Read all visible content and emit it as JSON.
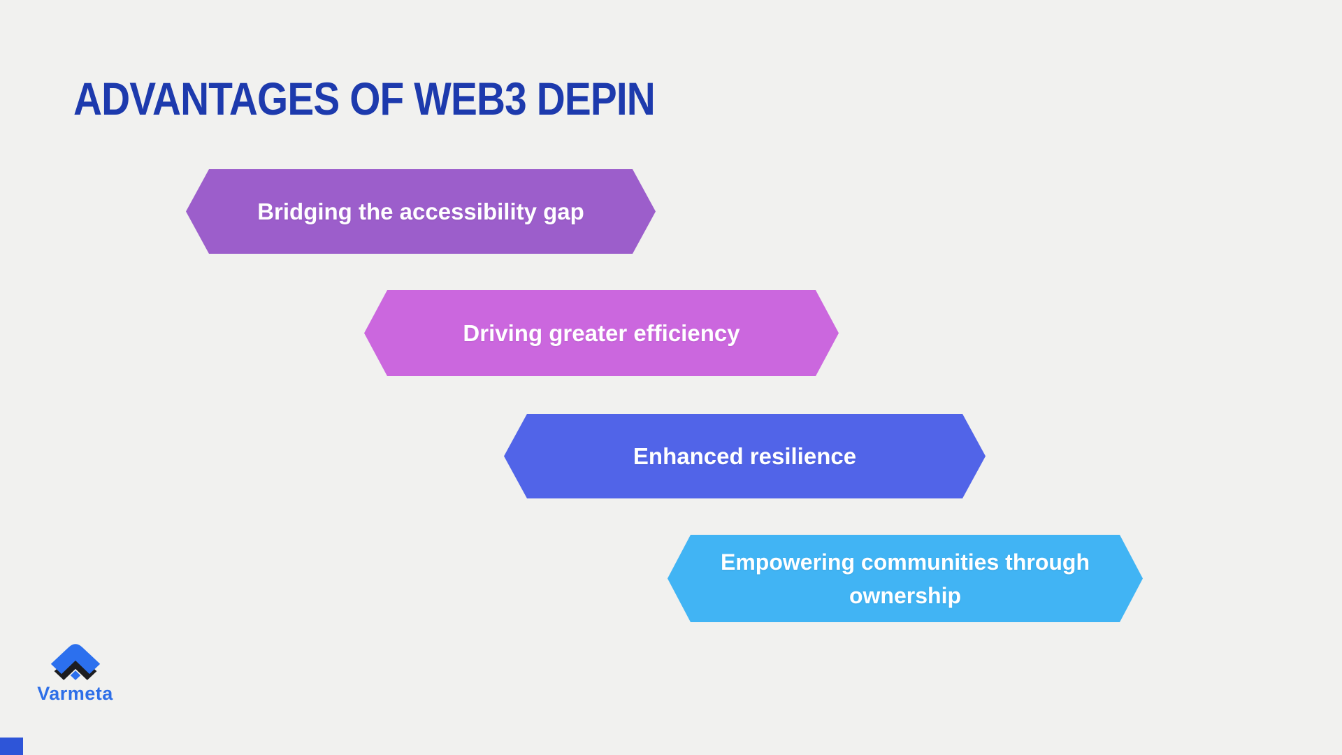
{
  "title": "ADVANTAGES OF WEB3 DEPIN",
  "banners": [
    {
      "label": "Bridging the accessibility gap",
      "color": "#9c5ecb"
    },
    {
      "label": "Driving greater efficiency",
      "color": "#cb67de"
    },
    {
      "label": "Enhanced resilience",
      "color": "#5164e8"
    },
    {
      "label": "Empowering communities through ownership",
      "color": "#41b4f4"
    }
  ],
  "logo": {
    "brand": "Varmeta",
    "mark_blue": "#2c70ee",
    "mark_dark": "#1d1d1f",
    "text_color": "#2e6fe8"
  },
  "colors": {
    "background": "#f1f1ef",
    "title_text": "#1d3aad",
    "banner_text": "#ffffff",
    "corner_bar": "#2e55d8"
  }
}
